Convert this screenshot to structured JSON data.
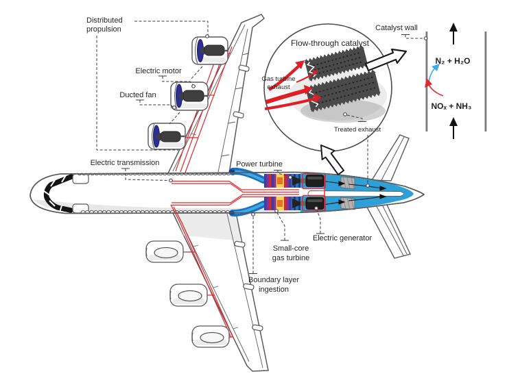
{
  "figure": {
    "description": "Turbo-electric aircraft propulsion concept diagram with flow-through catalyst inset",
    "labels": {
      "distributed_1": "Distributed",
      "distributed_2": "propulsion",
      "electric_motor": "Electric motor",
      "ducted_fan": "Ducted fan",
      "electric_transmission": "Electric transmission",
      "power_turbine": "Power turbine",
      "electric_generator": "Electric generator",
      "small_core_1": "Small-core",
      "small_core_2": "gas turbine",
      "boundary_1": "Boundary layer",
      "boundary_2": "ingestion"
    },
    "inset": {
      "title": "Flow-through catalyst",
      "gas_exhaust_1": "Gas turbine",
      "gas_exhaust_2": "exhaust",
      "treated_exhaust": "Treated exhaust"
    },
    "wall": {
      "title": "Catalyst wall",
      "products": "N₂ + H₂O",
      "reactants": "NOₓ + NH₃",
      "products_color": "#3aaee0",
      "reactants_color": "#e0282e"
    },
    "colors": {
      "signal_red": "#e0282e",
      "exhaust_arrow_red": "#df1f26",
      "flow_blue": "#2da0d8",
      "duct_blue": "#1a6fc0",
      "fan_navy": "#2d2f93",
      "airframe_gray": "#58595b",
      "catalyst_gray": "#4a4a4a",
      "wall_gray": "#7a7a7a"
    }
  }
}
